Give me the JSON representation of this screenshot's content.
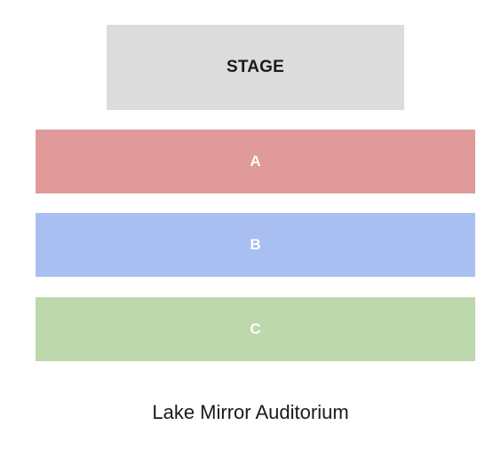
{
  "stage": {
    "label": "STAGE",
    "color": "#dcdcdc"
  },
  "sections": [
    {
      "label": "A",
      "color": "#e09a9a"
    },
    {
      "label": "B",
      "color": "#a9bff1"
    },
    {
      "label": "C",
      "color": "#bdd8ad"
    }
  ],
  "venue": {
    "name": "Lake Mirror Auditorium"
  }
}
